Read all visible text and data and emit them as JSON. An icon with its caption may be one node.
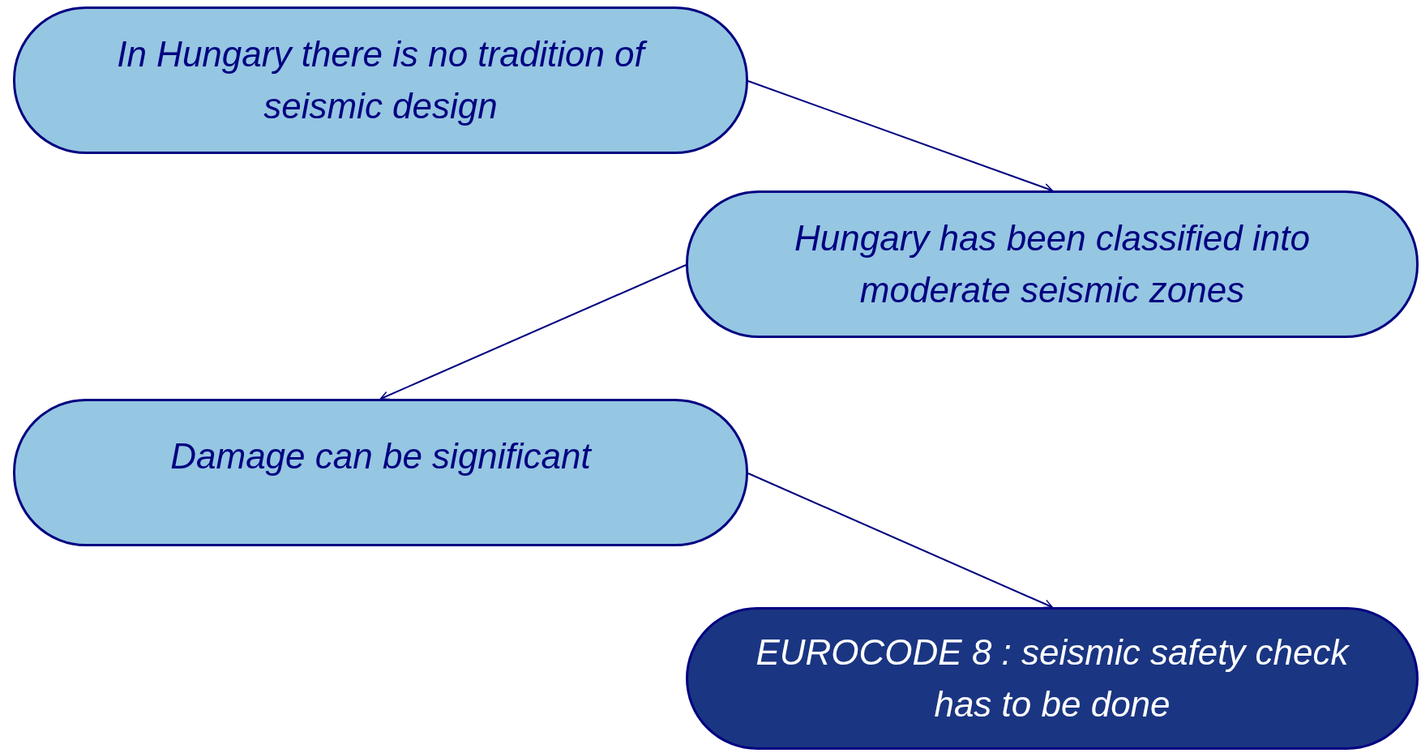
{
  "diagram": {
    "nodes": [
      {
        "text": [
          "In Hungary there is no tradition of seismic design"
        ]
      },
      {
        "text": [
          "Hungary has been classified into moderate seismic zones"
        ]
      },
      {
        "text": [
          "Damage can be significant"
        ]
      },
      {
        "text": [
          "EUROCODE 8 : seismic safety check has to be done"
        ]
      }
    ],
    "edges": [
      {
        "from": 0,
        "to": 1,
        "arrow": "to"
      },
      {
        "from": 1,
        "to": 2,
        "arrow": "to"
      },
      {
        "from": 2,
        "to": 3,
        "arrow": "to"
      }
    ]
  }
}
